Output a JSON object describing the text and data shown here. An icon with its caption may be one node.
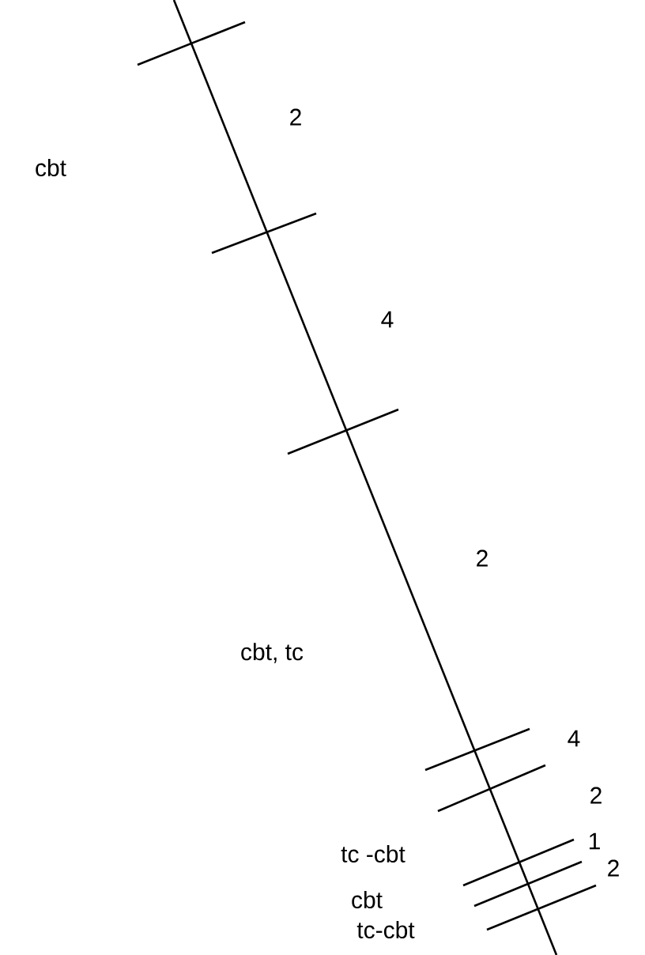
{
  "diagram": {
    "labels": [
      "2",
      "cbt",
      "4",
      "2",
      "cbt, tc",
      "4",
      "2",
      "tc -cbt",
      "1",
      "2",
      "cbt",
      "tc-cbt"
    ]
  }
}
